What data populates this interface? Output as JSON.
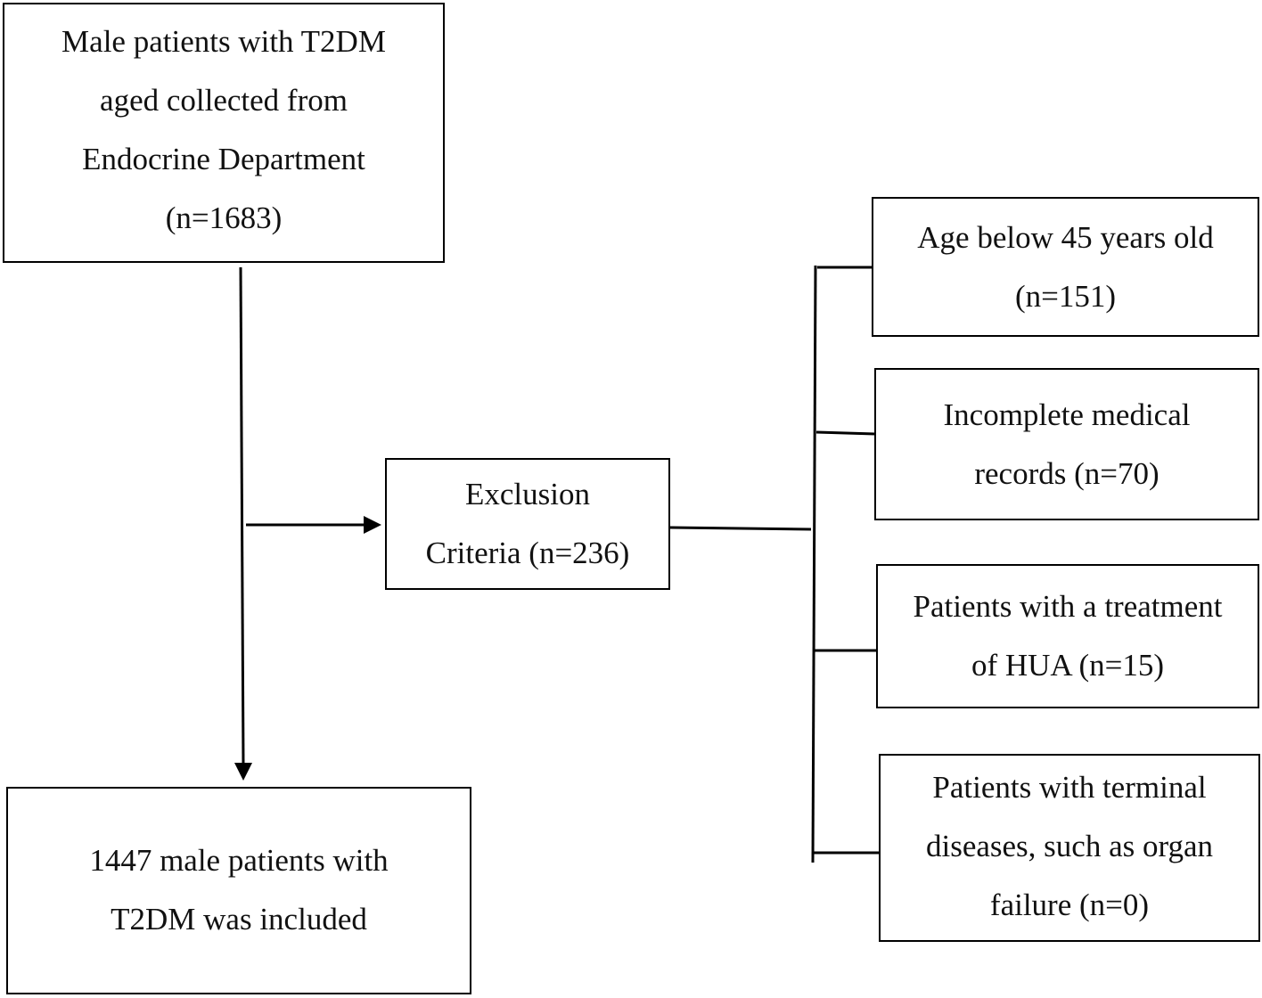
{
  "flowchart": {
    "start": {
      "text": "Male patients with T2DM\naged collected from\nEndocrine Department\n(n=1683)"
    },
    "exclusion": {
      "text": "Exclusion\nCriteria (n=236)"
    },
    "included": {
      "text": "1447 male patients with\nT2DM was included"
    },
    "criteria": [
      {
        "text": "Age below 45 years old\n(n=151)"
      },
      {
        "text": "Incomplete medical\nrecords (n=70)"
      },
      {
        "text": "Patients with a treatment\nof HUA (n=15)"
      },
      {
        "text": "Patients with terminal\ndiseases, such as organ\nfailure (n=0)"
      }
    ]
  }
}
